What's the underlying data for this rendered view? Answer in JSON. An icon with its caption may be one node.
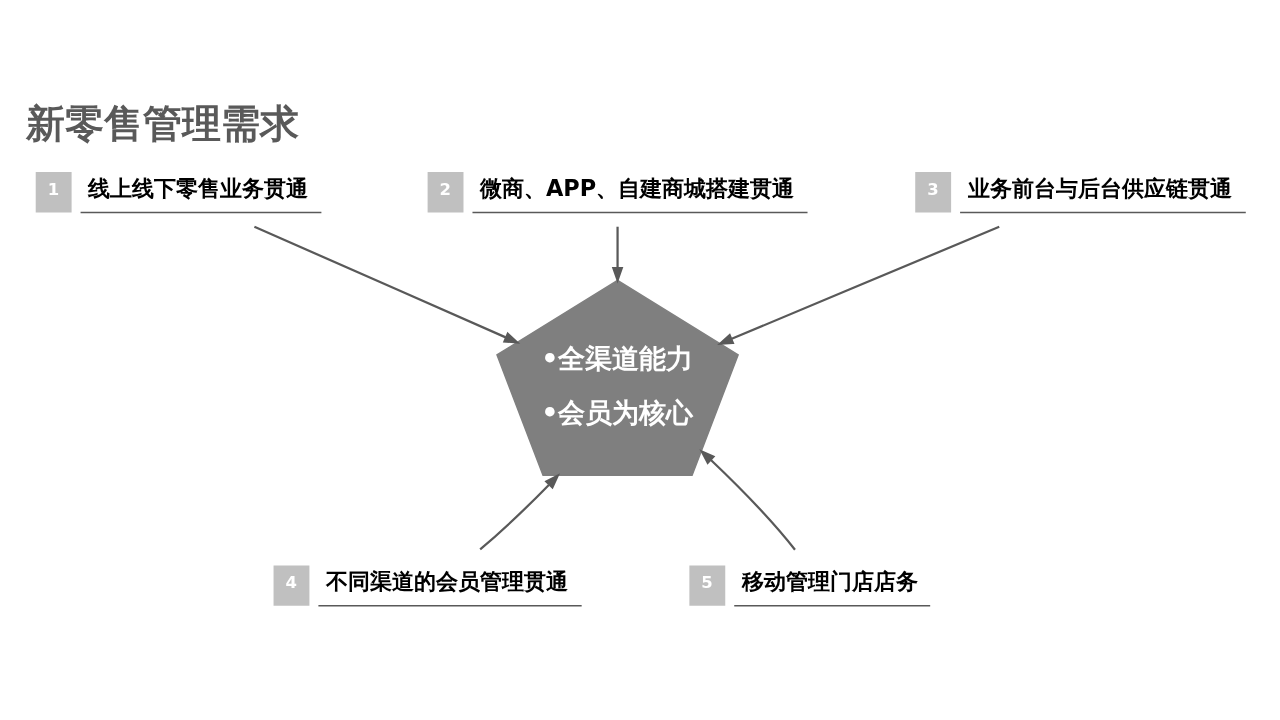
{
  "diagram": {
    "title": "新零售管理需求",
    "nodes": [
      {
        "text": [
          "1",
          "线上线下零售业务贯通"
        ]
      },
      {
        "text": [
          "2",
          "微商、APP、自建商城搭建贯通"
        ]
      },
      {
        "text": [
          "3",
          "业务前台与后台供应链贯通"
        ]
      },
      {
        "text": [
          "•全渠道能力",
          "•会员为核心"
        ]
      },
      {
        "text": [
          "4",
          "不同渠道的会员管理贯通"
        ]
      },
      {
        "text": [
          "5",
          "移动管理门店店务"
        ]
      }
    ],
    "edges": [
      {
        "from": 0,
        "to": 3,
        "arrow": "to"
      },
      {
        "from": 1,
        "to": 3,
        "arrow": "to"
      },
      {
        "from": 2,
        "to": 3,
        "arrow": "to"
      },
      {
        "from": 4,
        "to": 3,
        "arrow": "to"
      },
      {
        "from": 5,
        "to": 3,
        "arrow": "to"
      }
    ]
  }
}
